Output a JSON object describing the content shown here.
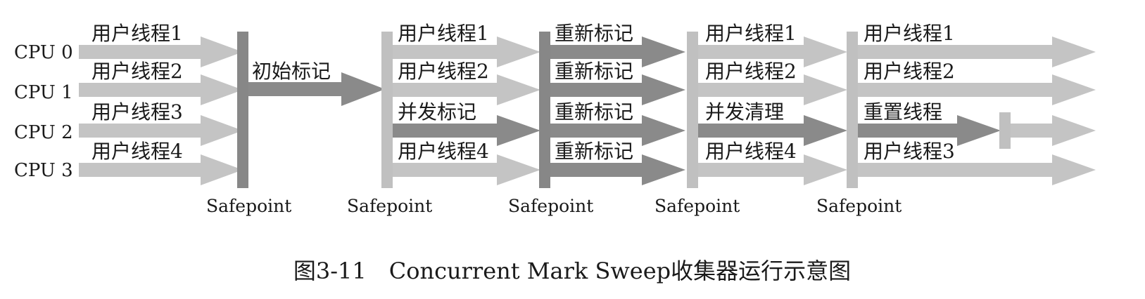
{
  "cpus": [
    "CPU 0",
    "CPU 1",
    "CPU 2",
    "CPU 3"
  ],
  "safepoint_label": "Safepoint",
  "phases": [
    {
      "labels": [
        "用户线程1",
        "用户线程2",
        "用户线程3",
        "用户线程4"
      ]
    },
    {
      "label": "初始标记"
    },
    {
      "labels": [
        "用户线程1",
        "用户线程2",
        "并发标记",
        "用户线程4"
      ]
    },
    {
      "labels": [
        "重新标记",
        "重新标记",
        "重新标记",
        "重新标记"
      ]
    },
    {
      "labels": [
        "用户线程1",
        "用户线程2",
        "并发清理",
        "用户线程4"
      ]
    },
    {
      "labels": [
        "用户线程1",
        "用户线程2",
        "重置线程",
        "用户线程3"
      ]
    }
  ],
  "caption": "图3-11　Concurrent Mark Sweep收集器运行示意图",
  "colors": {
    "light_arrow": "#c4c4c4",
    "dark_arrow": "#8a8a8a",
    "dark_bar": "#878787",
    "light_bar": "#c0c0c0",
    "text": "#1a1a1a"
  }
}
